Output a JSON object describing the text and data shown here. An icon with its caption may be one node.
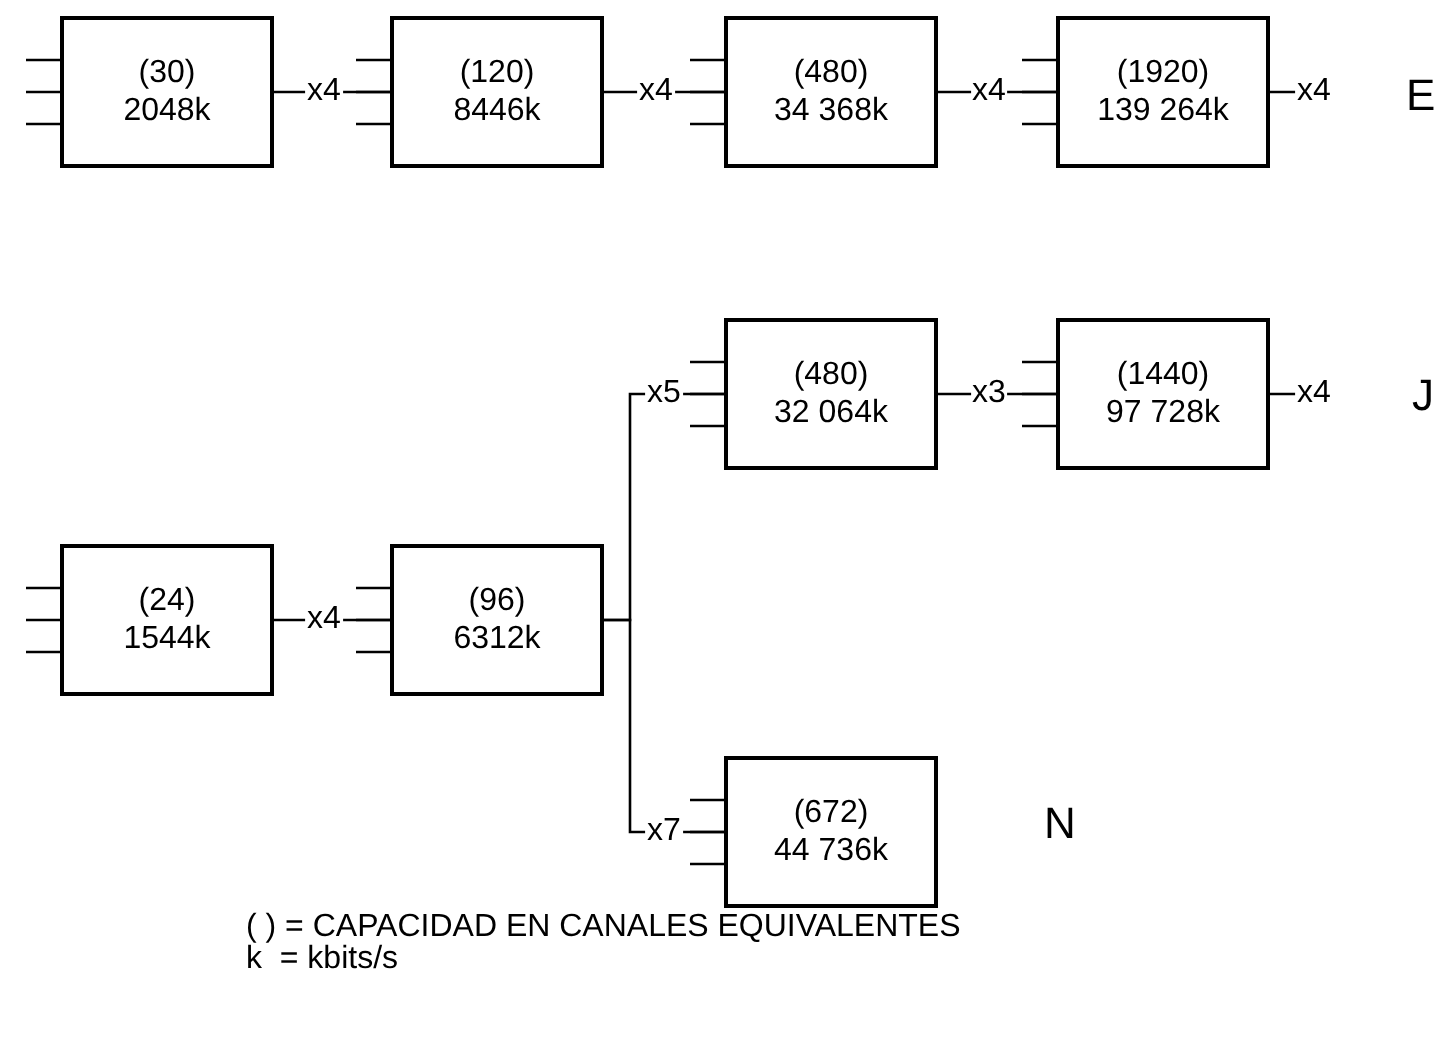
{
  "diagram": {
    "nodes": [
      {
        "text": [
          "(30)",
          "2048k"
        ]
      },
      {
        "text": [
          "(120)",
          "8446k"
        ]
      },
      {
        "text": [
          "(480)",
          "34 368k"
        ]
      },
      {
        "text": [
          "(1920)",
          "139 264k"
        ]
      },
      {
        "text": [
          "(480)",
          "32 064k"
        ]
      },
      {
        "text": [
          "(1440)",
          "97 728k"
        ]
      },
      {
        "text": [
          "(24)",
          "1544k"
        ]
      },
      {
        "text": [
          "(96)",
          "6312k"
        ]
      },
      {
        "text": [
          "(672)",
          "44 736k"
        ]
      }
    ],
    "edges": [
      {
        "from": 0,
        "to": 1,
        "arrow": "none",
        "label": "x4"
      },
      {
        "from": 1,
        "to": 2,
        "arrow": "none",
        "label": "x4"
      },
      {
        "from": 2,
        "to": 3,
        "arrow": "none",
        "label": "x4"
      },
      {
        "from": 3,
        "to": null,
        "arrow": "none",
        "label": "x4"
      },
      {
        "from": 4,
        "to": 5,
        "arrow": "none",
        "label": "x3"
      },
      {
        "from": 5,
        "to": null,
        "arrow": "none",
        "label": "x4"
      },
      {
        "from": 6,
        "to": 7,
        "arrow": "none",
        "label": "x4"
      },
      {
        "from": 7,
        "to": 4,
        "arrow": "none",
        "label": "x5"
      },
      {
        "from": 7,
        "to": 8,
        "arrow": "none",
        "label": "x7"
      }
    ],
    "labels": [
      "E",
      "J",
      "N",
      "( ) = CAPACIDAD EN CANALES EQUIVALENTES",
      "k  = kbits/s"
    ]
  }
}
